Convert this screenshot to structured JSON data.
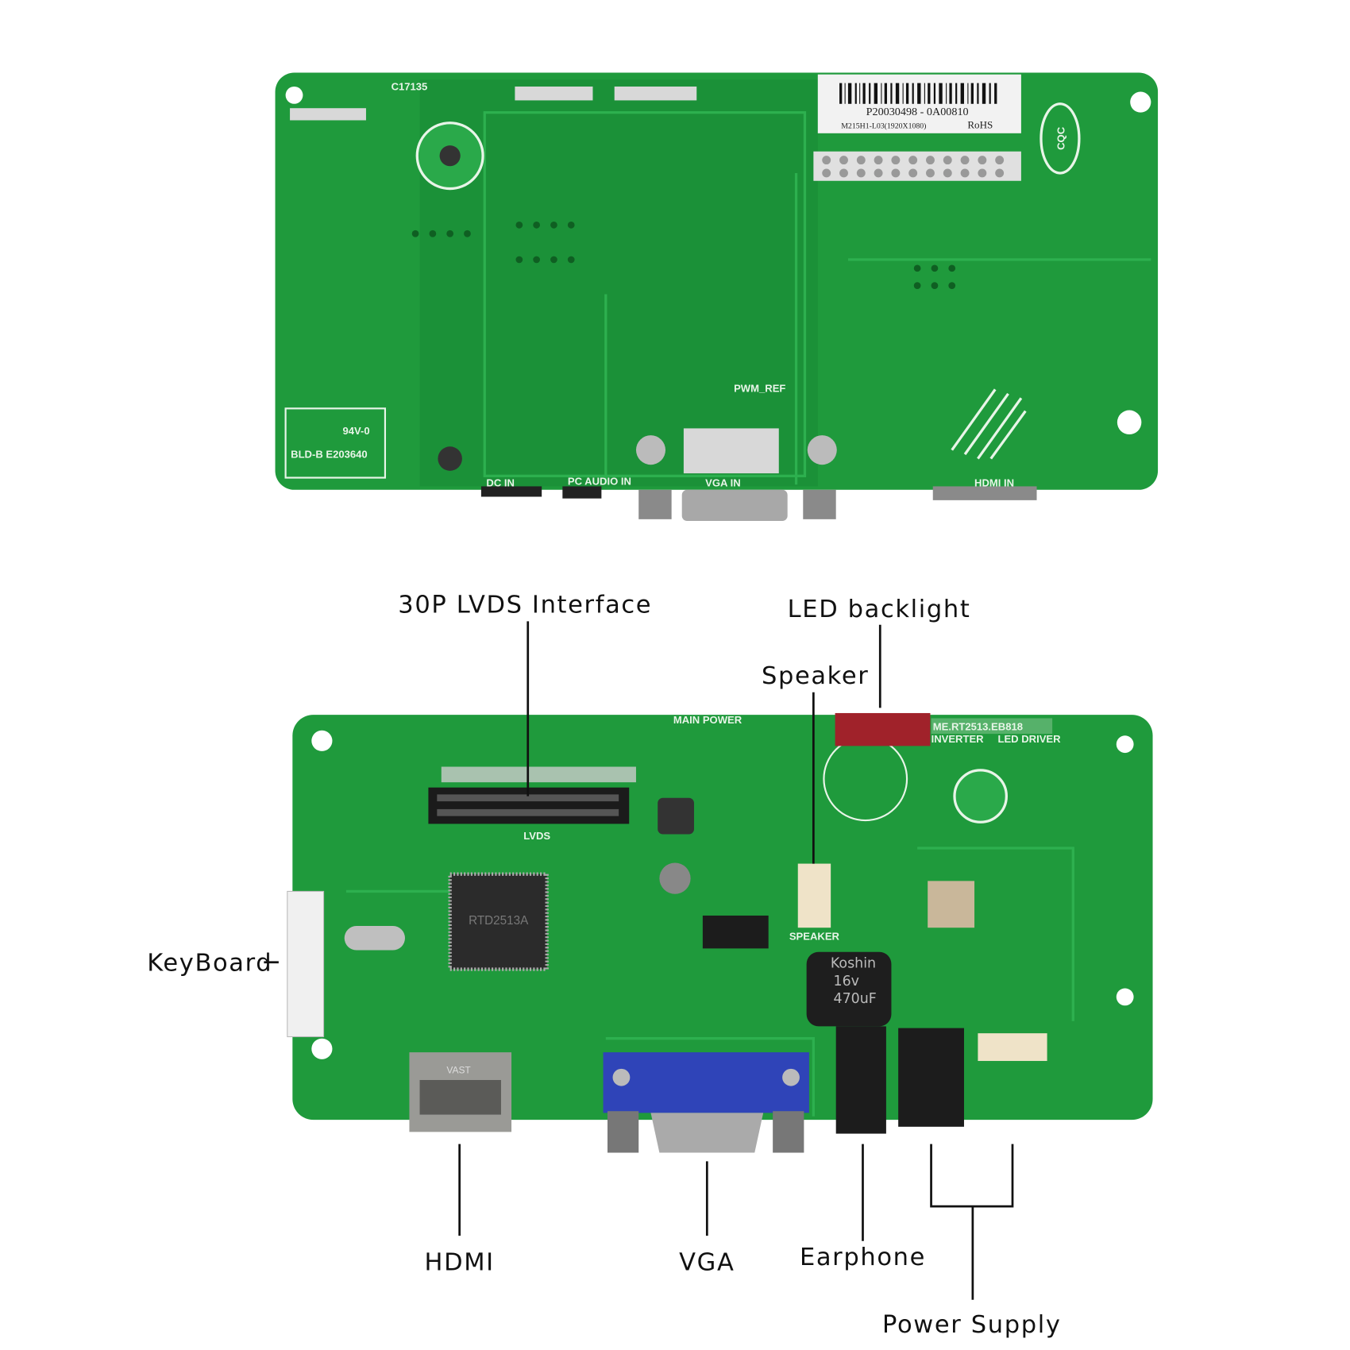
{
  "colors": {
    "pcb": "#1f9a3c",
    "pcb_dark": "#137a2c",
    "trace": "#2aa94a",
    "vga_blue": "#2f44b8",
    "led_connector": "#a0222a"
  },
  "top_board": {
    "model_code": "C17135",
    "barcode_text": "P20030498 - 0A00810",
    "panel_text": "M215H1-L03(1920X1080)",
    "rohs": "RoHS",
    "qc_mark": "CQC",
    "ul_rating": "94V-0",
    "ul_file": "BLD-B E203640",
    "port_labels": [
      "DC IN",
      "PC AUDIO IN",
      "VGA IN",
      "HDMI IN"
    ],
    "pwm_label": "PWM_REF"
  },
  "bottom_board": {
    "board_id": "ME.RT2513.EB818",
    "main_power": "MAIN POWER",
    "inverter": "INVERTER",
    "led_driver": "LED DRIVER",
    "lvds": "LVDS",
    "speaker_silk": "SPEAKER",
    "chip": "RTD2513A",
    "capacitor": [
      "Koshin",
      "16v",
      "470uF"
    ],
    "hdmi_silk": "VAST"
  },
  "callouts": {
    "lvds": "30P LVDS Interface",
    "led_backlight": "LED backlight",
    "speaker": "Speaker",
    "keyboard": "KeyBoard",
    "hdmi": "HDMI",
    "vga": "VGA",
    "earphone": "Earphone",
    "power_supply": "Power Supply"
  }
}
